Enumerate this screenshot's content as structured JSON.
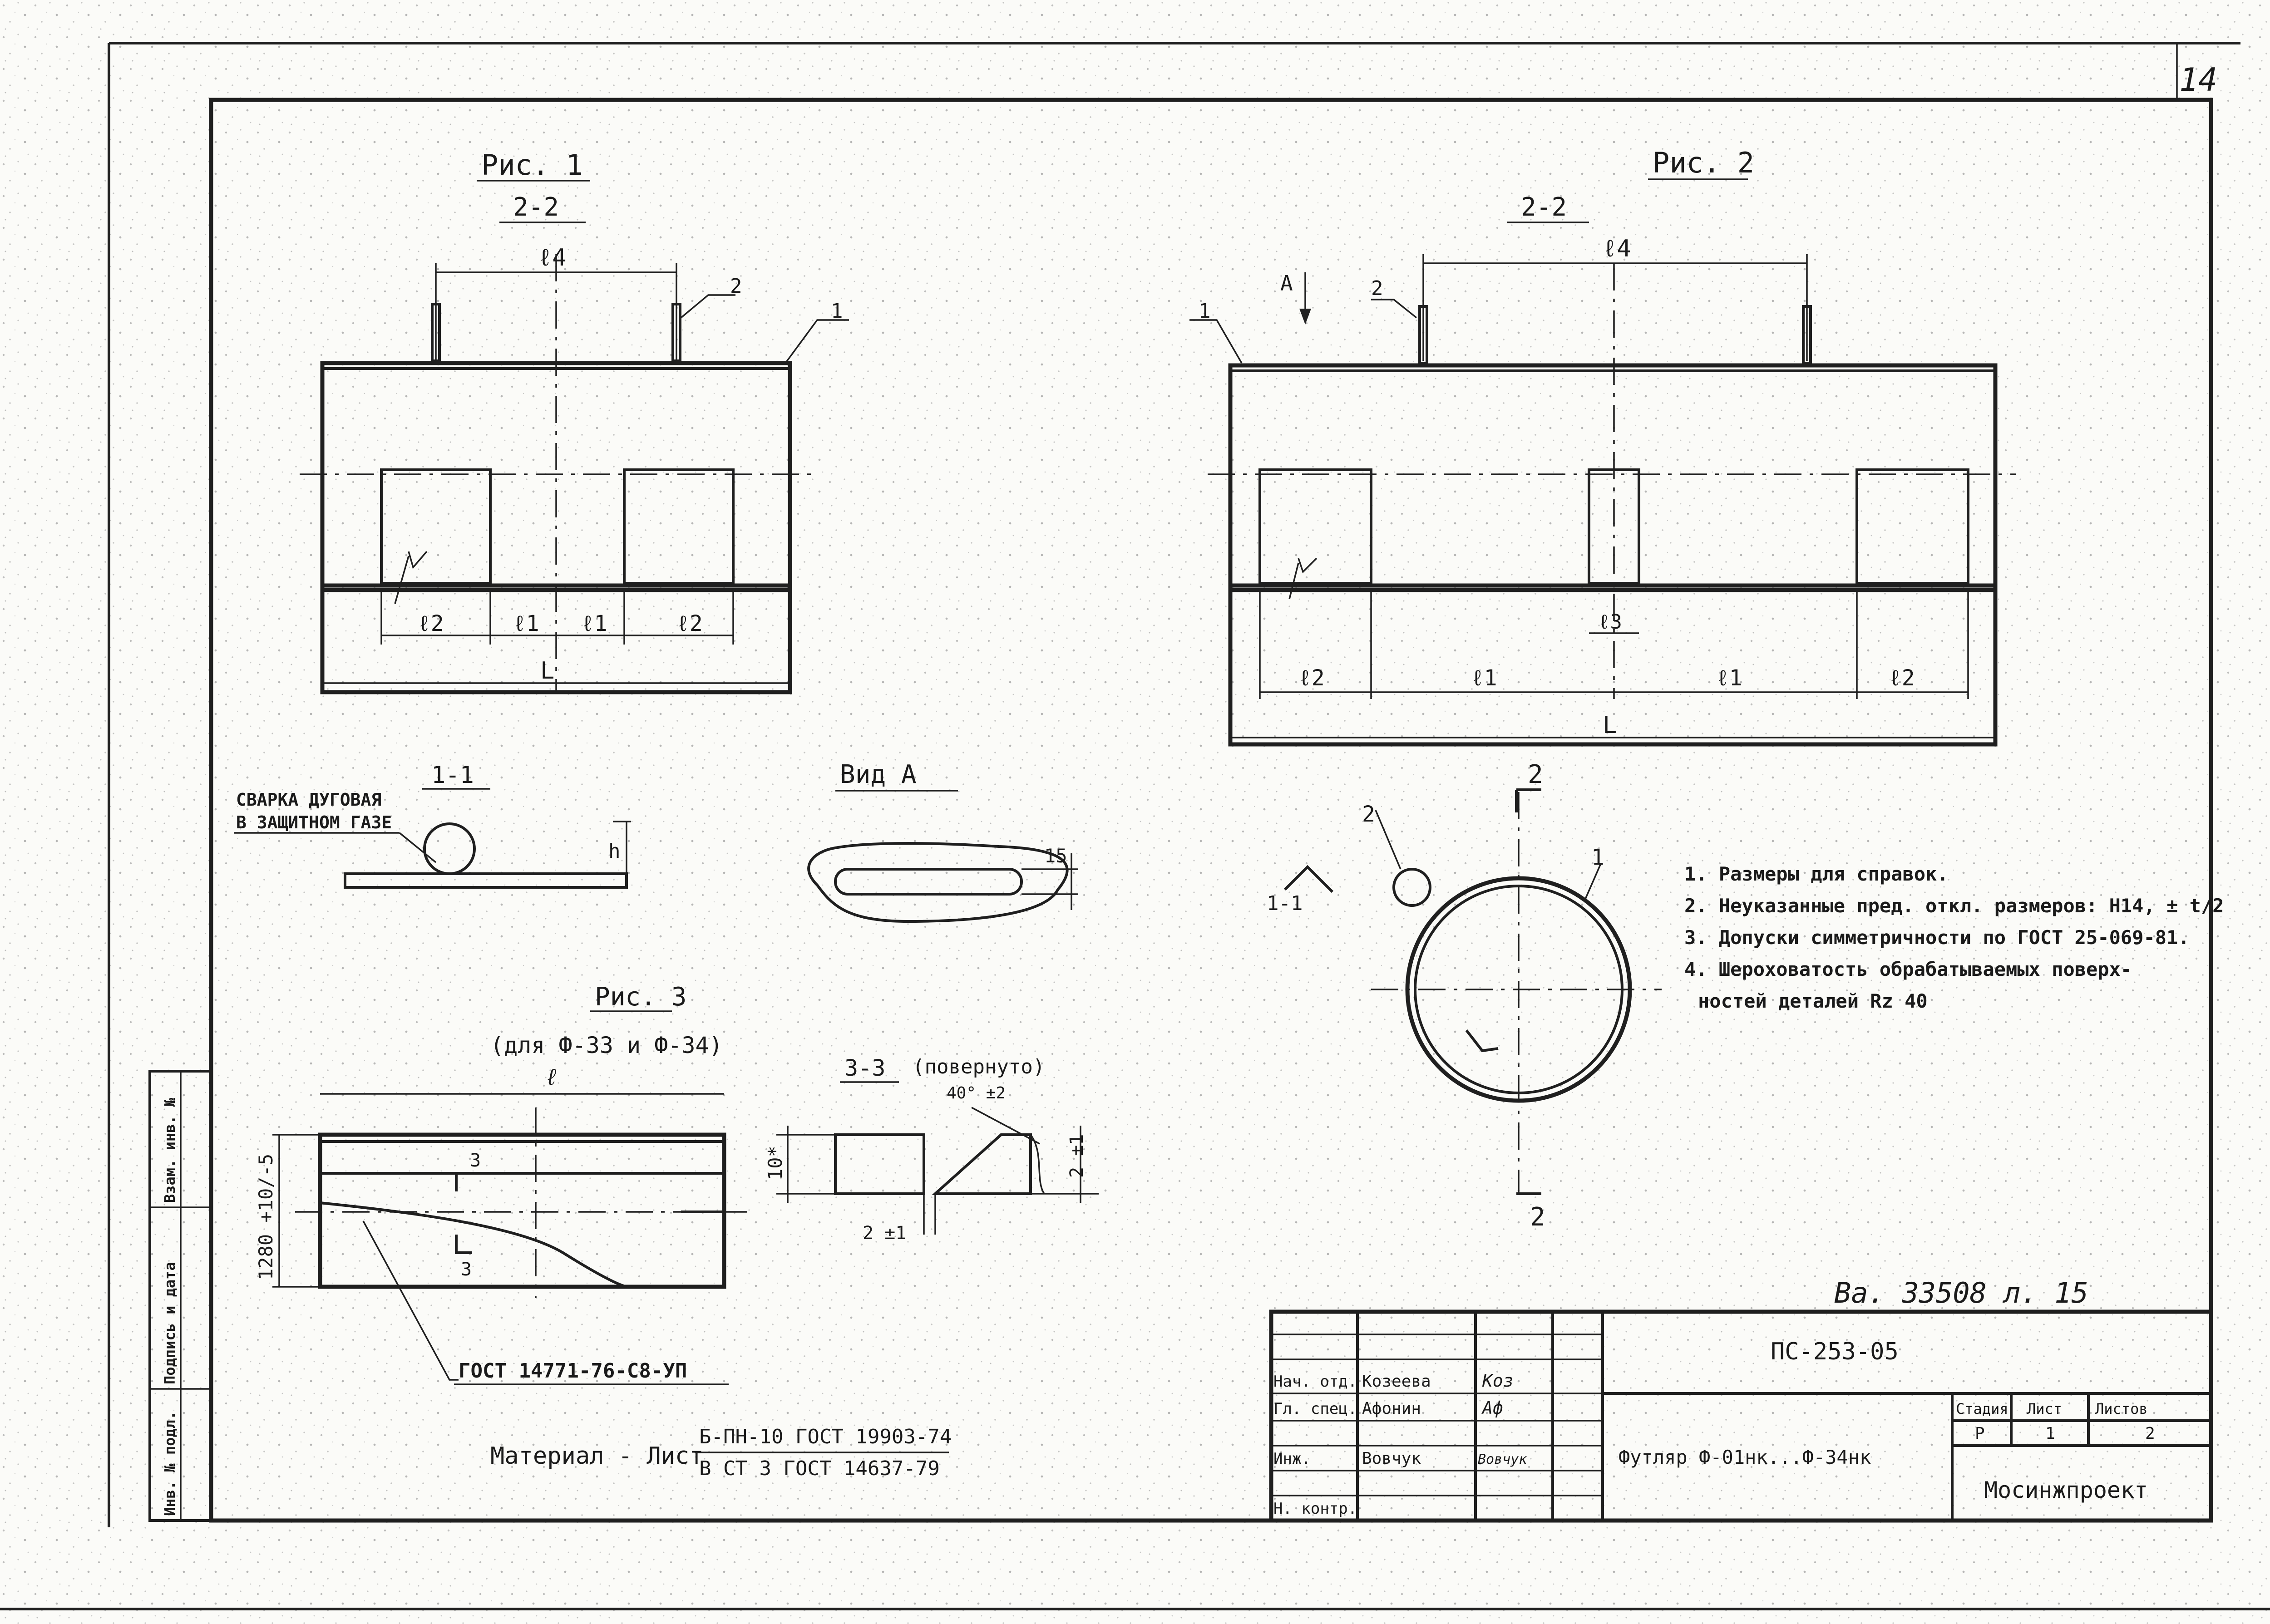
{
  "sheet": {
    "page_number": "14",
    "archive_stamp": "Ва. 33508 л. 15"
  },
  "fig1": {
    "title": "Рис. 1",
    "section": "2-2",
    "dims": {
      "top": "ℓ4",
      "l2_left": "ℓ2",
      "l1_left": "ℓ1",
      "l1_right": "ℓ1",
      "l2_right": "ℓ2",
      "overall": "L"
    },
    "callouts": {
      "one": "1",
      "two": "2"
    }
  },
  "fig2": {
    "title": "Рис. 2",
    "section": "2-2",
    "view_mark": "А",
    "dims": {
      "top": "ℓ4",
      "l2_left": "ℓ2",
      "l1_left": "ℓ1",
      "l3": "ℓ3",
      "l1_right": "ℓ1",
      "l2_right": "ℓ2",
      "overall": "L"
    },
    "callouts": {
      "one": "1",
      "two": "2"
    }
  },
  "section_1_1": {
    "title": "1-1",
    "weld_note": [
      "СВАРКА ДУГОВАЯ",
      "В ЗАЩИТНОМ ГАЗЕ"
    ],
    "dim": "h"
  },
  "view_a": {
    "title": "Вид А",
    "dim": "15"
  },
  "cross_section": {
    "cut_mark": "2",
    "callouts": {
      "one": "1",
      "two": "2"
    },
    "section_mark": "1-1"
  },
  "notes": [
    "1. Размеры для справок.",
    "2. Неуказанные пред. откл. размеров: Н14, ± t/2",
    "3. Допуски симметричности по ГОСТ 25-069-81.",
    "4. Шероховатость обрабатываемых поверх-",
    "ностей деталей Rz 40"
  ],
  "fig3": {
    "title": "Рис. 3",
    "subtitle": "(для Ф-33 и Ф-34)",
    "dim_length": "ℓ",
    "dim_height": "1280 +10/-5",
    "cut_mark": "3",
    "gost_label": "ГОСТ 14771-76-С8-УП"
  },
  "section_3_3": {
    "title": "3-3",
    "note": "(повернуто)",
    "angle": "40° ±2",
    "dim_left": "10*",
    "dim_right": "2 ±1",
    "dim_bottom": "2 ±1"
  },
  "material": {
    "label": "Материал - Лист",
    "line1": "Б-ПН-10 ГОСТ 19903-74",
    "line2": "В СТ 3 ГОСТ 14637-79"
  },
  "side_stamp": [
    "Инв. № подл.",
    "Подпись и дата",
    "Взам. инв. №"
  ],
  "title_block": {
    "doc_code": "ПС-253-05",
    "roles": [
      "Нач. отд.",
      "Гл. спец.",
      "",
      "Инж.",
      "Н. контр."
    ],
    "names": [
      "Козеева",
      "Афонин",
      "",
      "Вовчук",
      ""
    ],
    "signatures": [
      "Коз",
      "Аф",
      "",
      "Вовчук",
      ""
    ],
    "item_name": "Футляр Ф-01нк...Ф-34нк",
    "stage_header": "Стадия",
    "sheet_header": "Лист",
    "sheets_header": "Листов",
    "stage": "Р",
    "sheet": "1",
    "sheets": "2",
    "org": "Мосинжпроект"
  }
}
